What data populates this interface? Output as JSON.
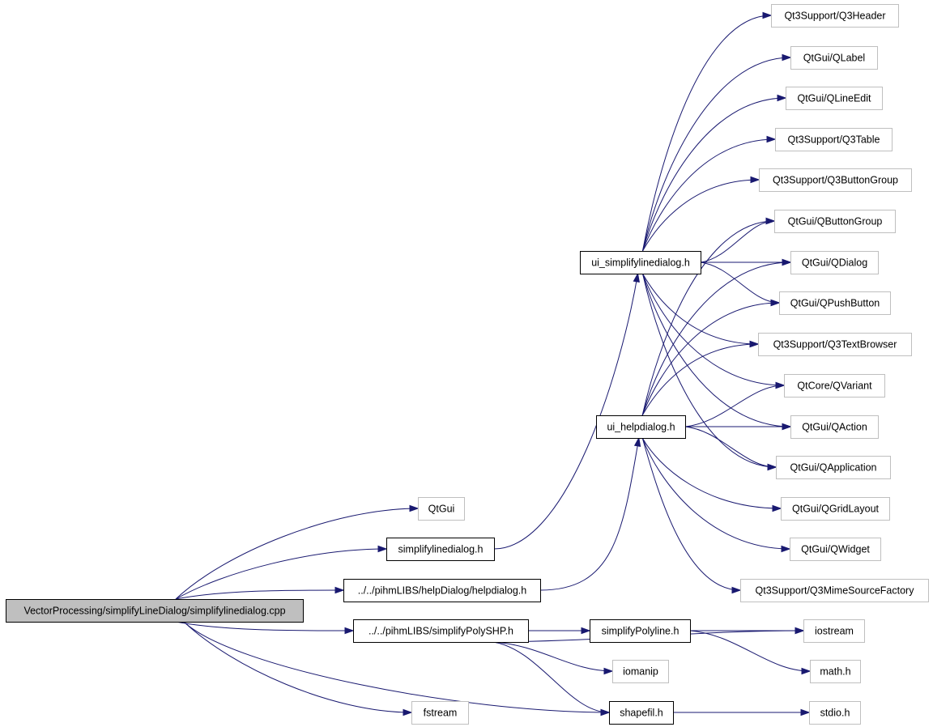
{
  "nodes": [
    {
      "id": "root",
      "label": "VectorProcessing/simplifyLineDialog/simplifylinedialog.cpp",
      "style": "root"
    },
    {
      "id": "qtgui",
      "label": "QtGui",
      "style": "external"
    },
    {
      "id": "sld_h",
      "label": "simplifylinedialog.h",
      "style": "local"
    },
    {
      "id": "helpdialog_h",
      "label": "../../pihmLIBS/helpDialog/helpdialog.h",
      "style": "local"
    },
    {
      "id": "simplifyPolySHP_h",
      "label": "../../pihmLIBS/simplifyPolySHP.h",
      "style": "local"
    },
    {
      "id": "fstream",
      "label": "fstream",
      "style": "external"
    },
    {
      "id": "ui_sld_h",
      "label": "ui_simplifylinedialog.h",
      "style": "local"
    },
    {
      "id": "ui_help_h",
      "label": "ui_helpdialog.h",
      "style": "local"
    },
    {
      "id": "simplifyPolyline_h",
      "label": "simplifyPolyline.h",
      "style": "local"
    },
    {
      "id": "iomanip",
      "label": "iomanip",
      "style": "external"
    },
    {
      "id": "shapefil_h",
      "label": "shapefil.h",
      "style": "local"
    },
    {
      "id": "q3header",
      "label": "Qt3Support/Q3Header",
      "style": "external"
    },
    {
      "id": "qlabel",
      "label": "QtGui/QLabel",
      "style": "external"
    },
    {
      "id": "qlineedit",
      "label": "QtGui/QLineEdit",
      "style": "external"
    },
    {
      "id": "q3table",
      "label": "Qt3Support/Q3Table",
      "style": "external"
    },
    {
      "id": "q3buttongroup",
      "label": "Qt3Support/Q3ButtonGroup",
      "style": "external"
    },
    {
      "id": "qbuttongroup",
      "label": "QtGui/QButtonGroup",
      "style": "external"
    },
    {
      "id": "qdialog",
      "label": "QtGui/QDialog",
      "style": "external"
    },
    {
      "id": "qpushbutton",
      "label": "QtGui/QPushButton",
      "style": "external"
    },
    {
      "id": "q3textbrowser",
      "label": "Qt3Support/Q3TextBrowser",
      "style": "external"
    },
    {
      "id": "qvariant",
      "label": "QtCore/QVariant",
      "style": "external"
    },
    {
      "id": "qaction",
      "label": "QtGui/QAction",
      "style": "external"
    },
    {
      "id": "qapplication",
      "label": "QtGui/QApplication",
      "style": "external"
    },
    {
      "id": "qgridlayout",
      "label": "QtGui/QGridLayout",
      "style": "external"
    },
    {
      "id": "qwidget",
      "label": "QtGui/QWidget",
      "style": "external"
    },
    {
      "id": "q3mime",
      "label": "Qt3Support/Q3MimeSourceFactory",
      "style": "external"
    },
    {
      "id": "iostream",
      "label": "iostream",
      "style": "external"
    },
    {
      "id": "math_h",
      "label": "math.h",
      "style": "external"
    },
    {
      "id": "stdio_h",
      "label": "stdio.h",
      "style": "external"
    }
  ],
  "edges": [
    [
      "root",
      "qtgui"
    ],
    [
      "root",
      "sld_h"
    ],
    [
      "root",
      "helpdialog_h"
    ],
    [
      "root",
      "simplifyPolySHP_h"
    ],
    [
      "root",
      "shapefil_h"
    ],
    [
      "root",
      "fstream"
    ],
    [
      "sld_h",
      "ui_sld_h"
    ],
    [
      "helpdialog_h",
      "ui_help_h"
    ],
    [
      "simplifyPolySHP_h",
      "simplifyPolyline_h"
    ],
    [
      "simplifyPolySHP_h",
      "iostream"
    ],
    [
      "simplifyPolySHP_h",
      "iomanip"
    ],
    [
      "simplifyPolySHP_h",
      "shapefil_h"
    ],
    [
      "simplifyPolyline_h",
      "iostream"
    ],
    [
      "simplifyPolyline_h",
      "math_h"
    ],
    [
      "shapefil_h",
      "stdio_h"
    ],
    [
      "ui_sld_h",
      "q3header"
    ],
    [
      "ui_sld_h",
      "qlabel"
    ],
    [
      "ui_sld_h",
      "qlineedit"
    ],
    [
      "ui_sld_h",
      "q3table"
    ],
    [
      "ui_sld_h",
      "q3buttongroup"
    ],
    [
      "ui_sld_h",
      "qbuttongroup"
    ],
    [
      "ui_sld_h",
      "qdialog"
    ],
    [
      "ui_sld_h",
      "qpushbutton"
    ],
    [
      "ui_sld_h",
      "q3textbrowser"
    ],
    [
      "ui_sld_h",
      "qvariant"
    ],
    [
      "ui_sld_h",
      "qaction"
    ],
    [
      "ui_sld_h",
      "qapplication"
    ],
    [
      "ui_help_h",
      "qbuttongroup"
    ],
    [
      "ui_help_h",
      "qdialog"
    ],
    [
      "ui_help_h",
      "qpushbutton"
    ],
    [
      "ui_help_h",
      "q3textbrowser"
    ],
    [
      "ui_help_h",
      "qvariant"
    ],
    [
      "ui_help_h",
      "qaction"
    ],
    [
      "ui_help_h",
      "qapplication"
    ],
    [
      "ui_help_h",
      "qgridlayout"
    ],
    [
      "ui_help_h",
      "qwidget"
    ],
    [
      "ui_help_h",
      "q3mime"
    ]
  ],
  "colors": {
    "edge": "#191970",
    "local_border": "#000000",
    "external_border": "#bfbfbf",
    "root_fill": "#bfbfbf",
    "node_fill": "#ffffff"
  }
}
